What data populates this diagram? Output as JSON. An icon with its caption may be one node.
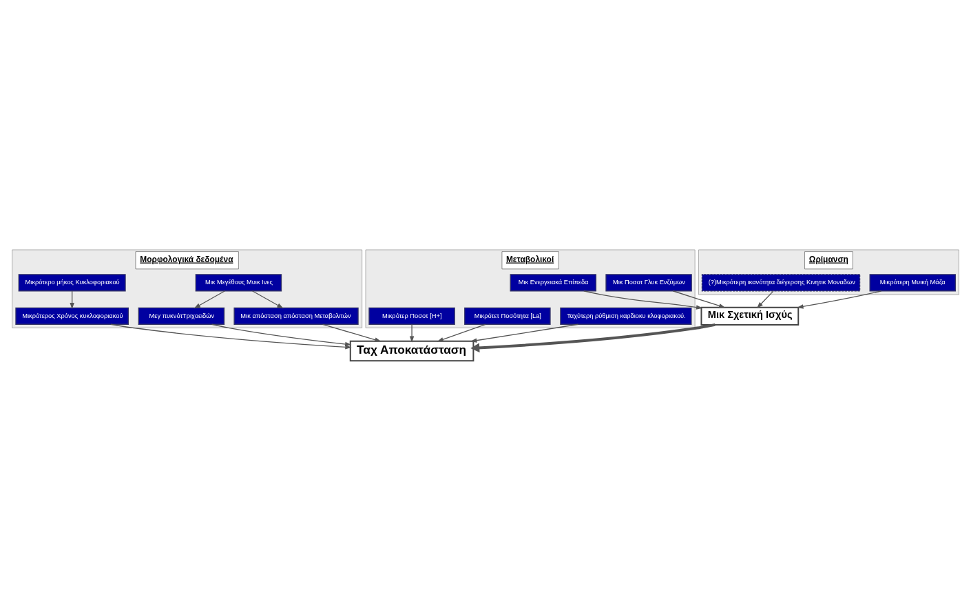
{
  "diagram": {
    "nodes": [
      {
        "text": [
          "Μορφολογικά δεδομένα"
        ]
      },
      {
        "text": [
          "Μικ Μεγέθους Μυικ Ινες"
        ],
        "in": 0
      },
      {
        "text": [
          "Μεγ πυκνότΤριχοειδών"
        ],
        "in": 0
      },
      {
        "text": [
          "Μικ απόσταση απόσταση Μεταβολιτών"
        ],
        "in": 0
      },
      {
        "text": [
          "Μικρότερο μήκος Κυκλοφοριακού"
        ],
        "in": 0
      },
      {
        "text": [
          "Μικρότερος Χρόνος κυκλοφοριακού"
        ],
        "in": 0
      },
      {
        "text": [
          "Μεταβολικοί"
        ]
      },
      {
        "text": [
          "Ταχύτερη ρύθμιση καρδιοκυ κλοφοριακού."
        ],
        "in": 6
      },
      {
        "text": [
          "Μικρότετ Ποσότητα [La]"
        ],
        "in": 6
      },
      {
        "text": [
          "Μικρότερ Ποσοτ [H+]"
        ],
        "in": 6
      },
      {
        "text": [
          "Μικ Ποσοτ Γλυκ Ενζύμων"
        ],
        "in": 6
      },
      {
        "text": [
          "Μικ Ενεργειακά Επίπεδα"
        ],
        "in": 6
      },
      {
        "text": [
          "Ωρίμανση"
        ]
      },
      {
        "text": [
          "Μικρότερη Μυική Μάζα"
        ],
        "in": 12
      },
      {
        "text": [
          "(?)Μικρότερη ικανότητα διέγερσης Κινητικ Μοναδων"
        ],
        "in": 12
      },
      {
        "text": [
          "Μικ Σχετική Ισχύς"
        ]
      },
      {
        "text": [
          "Ταχ Αποκατάσταση"
        ]
      }
    ],
    "edges": [
      {
        "from": 1,
        "to": 2,
        "arrow": "to"
      },
      {
        "from": 1,
        "to": 3,
        "arrow": "to"
      },
      {
        "from": 4,
        "to": 5,
        "arrow": "to"
      },
      {
        "from": 2,
        "to": 16,
        "arrow": "to"
      },
      {
        "from": 3,
        "to": 16,
        "arrow": "to"
      },
      {
        "from": 5,
        "to": 16,
        "arrow": "to"
      },
      {
        "from": 7,
        "to": 16,
        "arrow": "to"
      },
      {
        "from": 8,
        "to": 16,
        "arrow": "to"
      },
      {
        "from": 9,
        "to": 16,
        "arrow": "to"
      },
      {
        "from": 11,
        "to": 15,
        "arrow": "to"
      },
      {
        "from": 10,
        "to": 15,
        "arrow": "to"
      },
      {
        "from": 13,
        "to": 15,
        "arrow": "to"
      },
      {
        "from": 14,
        "to": 15,
        "arrow": "to"
      },
      {
        "from": 15,
        "to": 16,
        "arrow": "to",
        "style": "thick"
      }
    ]
  }
}
